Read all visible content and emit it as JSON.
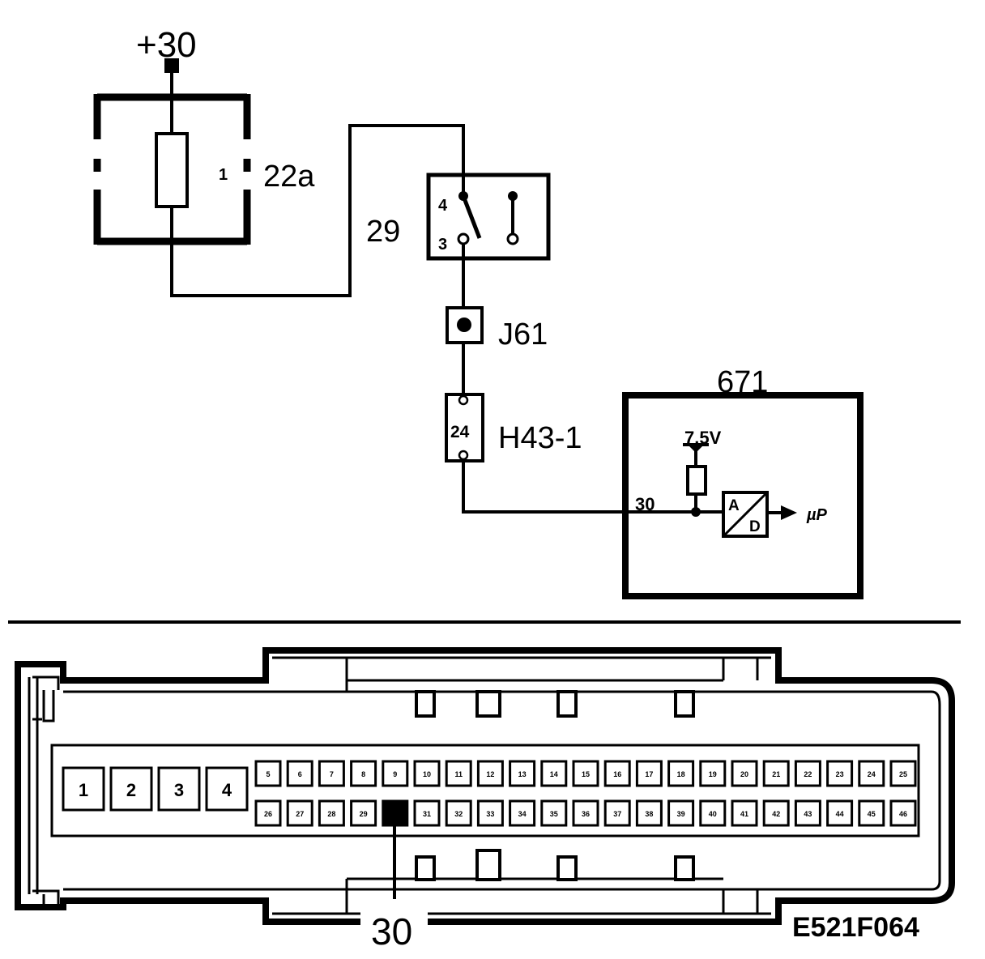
{
  "schematic": {
    "supply_label": "+30",
    "fuse_block_label": "22a",
    "fuse_number": "1",
    "relay_label": "29",
    "relay_pin_top": "4",
    "relay_pin_bottom": "3",
    "junction_label": "J61",
    "connector_label": "H43-1",
    "connector_pin": "24",
    "ecu_label": "671",
    "ecu_pin": "30",
    "reference_voltage": "7.5V",
    "adc_top_letter": "A",
    "adc_bottom_letter": "D",
    "output_label": "µP"
  },
  "connector_view": {
    "big_pins": [
      "1",
      "2",
      "3",
      "4"
    ],
    "row1_pins": [
      "5",
      "6",
      "7",
      "8",
      "9",
      "10",
      "11",
      "12",
      "13",
      "14",
      "15",
      "16",
      "17",
      "18",
      "19",
      "20",
      "21",
      "22",
      "23",
      "24",
      "25"
    ],
    "row2_pins": [
      "26",
      "27",
      "28",
      "29",
      "30",
      "31",
      "32",
      "33",
      "34",
      "35",
      "36",
      "37",
      "38",
      "39",
      "40",
      "41",
      "42",
      "43",
      "44",
      "45",
      "46"
    ],
    "highlighted_pin": "30",
    "pointer_label": "30"
  },
  "figure_id": "E521F064"
}
